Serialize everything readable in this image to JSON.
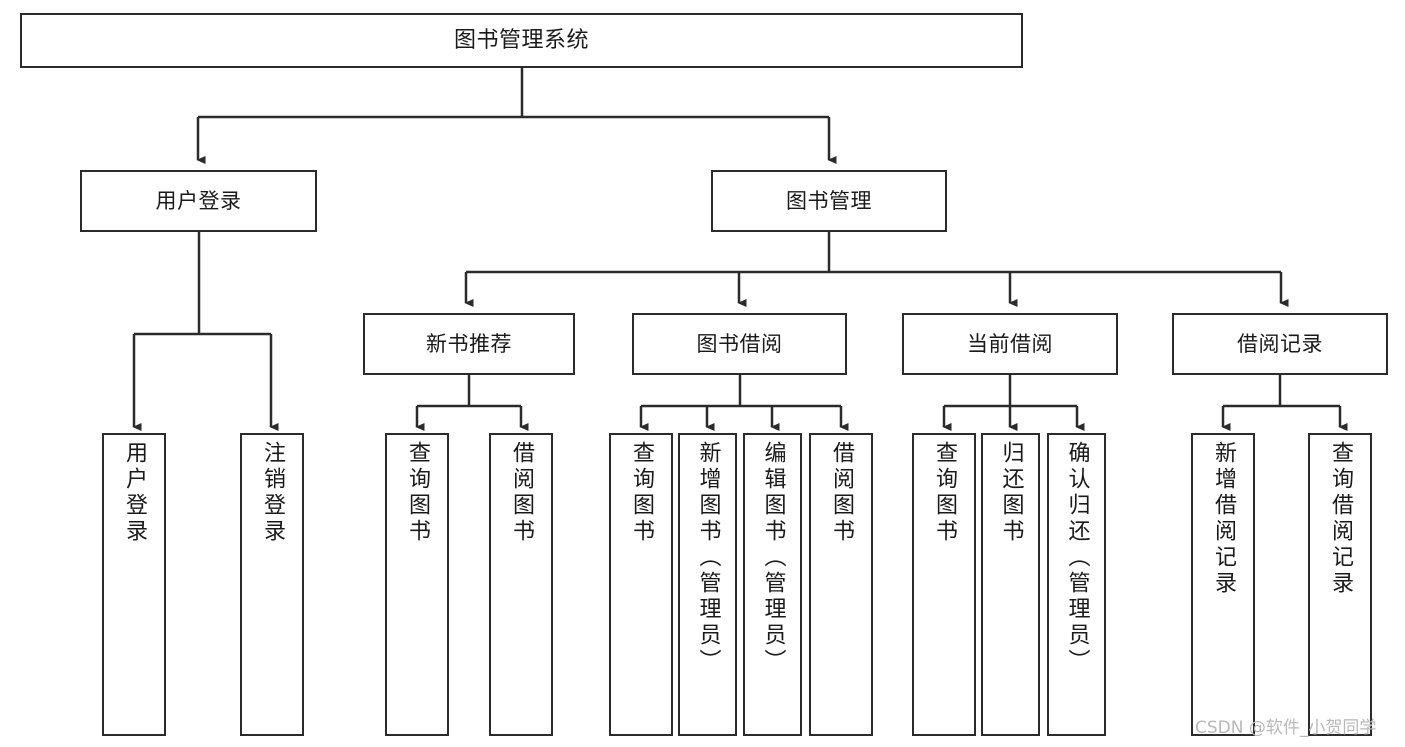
{
  "diagram": {
    "title": "图书管理系统",
    "type": "tree-hierarchy-chart",
    "watermark": "CSDN @软件_小贺同学",
    "colors": {
      "stroke": "#2b2b2b",
      "fill": "#ffffff",
      "text": "#1a1a1a",
      "watermark": "#b8b8b8"
    },
    "nodes": {
      "root": {
        "label": "图书管理系统"
      },
      "level2": [
        {
          "id": "user-login",
          "label": "用户登录"
        },
        {
          "id": "book-manage",
          "label": "图书管理"
        }
      ],
      "level3": [
        {
          "id": "new-book-recommend",
          "label": "新书推荐"
        },
        {
          "id": "book-borrow",
          "label": "图书借阅"
        },
        {
          "id": "current-borrow",
          "label": "当前借阅"
        },
        {
          "id": "borrow-record",
          "label": "借阅记录"
        }
      ],
      "leaves": {
        "user_login": [
          {
            "id": "leaf-user-login",
            "label": "用户登录"
          },
          {
            "id": "leaf-logout-login",
            "label": "注销登录"
          }
        ],
        "new_book_recommend": [
          {
            "id": "leaf-query-book-1",
            "label": "查询图书"
          },
          {
            "id": "leaf-borrow-book-1",
            "label": "借阅图书"
          }
        ],
        "book_borrow": [
          {
            "id": "leaf-query-book-2",
            "label": "查询图书"
          },
          {
            "id": "leaf-add-book",
            "label": "新增图书（管理员）"
          },
          {
            "id": "leaf-edit-book",
            "label": "编辑图书（管理员）"
          },
          {
            "id": "leaf-borrow-book-2",
            "label": "借阅图书"
          }
        ],
        "current_borrow": [
          {
            "id": "leaf-query-book-3",
            "label": "查询图书"
          },
          {
            "id": "leaf-return-book",
            "label": "归还图书"
          },
          {
            "id": "leaf-confirm-return",
            "label": "确认归还（管理员）"
          }
        ],
        "borrow_record": [
          {
            "id": "leaf-add-record",
            "label": "新增借阅记录"
          },
          {
            "id": "leaf-query-record",
            "label": "查询借阅记录"
          }
        ]
      }
    }
  }
}
